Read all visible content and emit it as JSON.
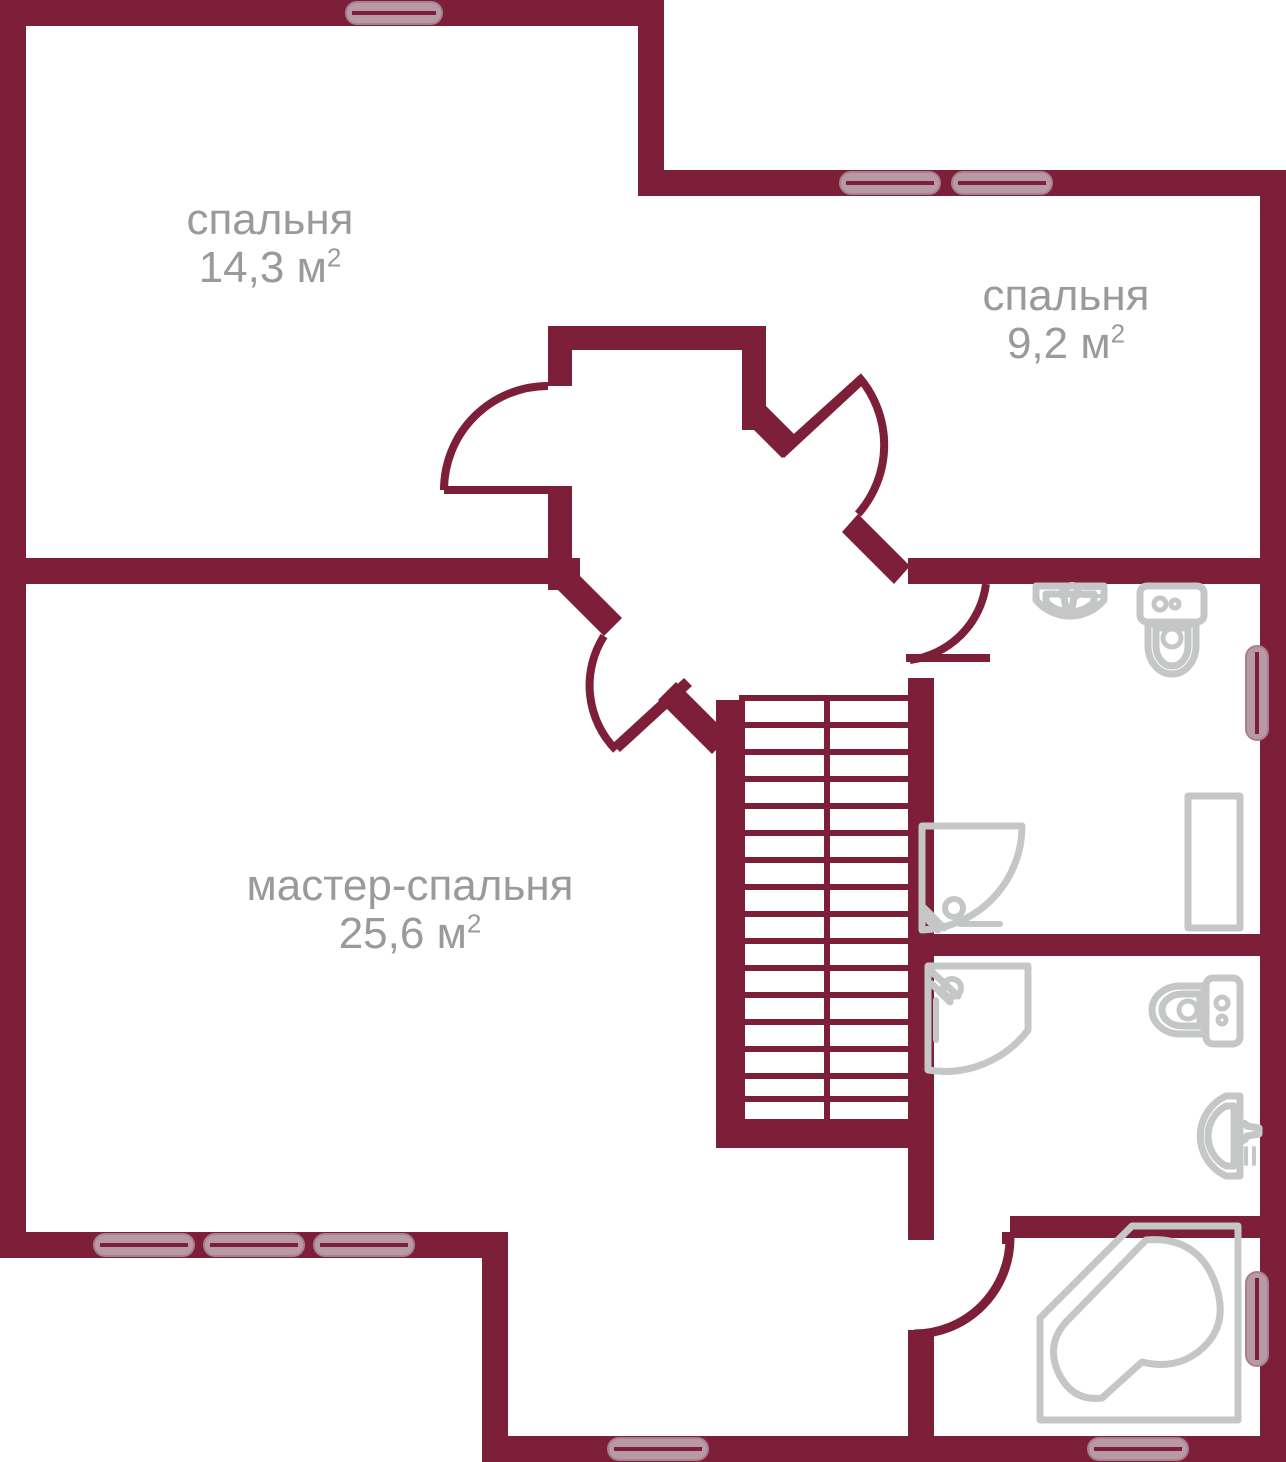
{
  "plan": {
    "type": "floor-plan",
    "level": "second-floor",
    "colors": {
      "wall": "#7d1f38",
      "window_fill": "#b79aa5",
      "window_stroke": "#a8808f",
      "fixture": "#c5c7c7",
      "label_text": "#9a9a9a",
      "background": "#ffffff"
    },
    "units": "м²"
  },
  "rooms": [
    {
      "id": "bedroom-1",
      "name": "спальня",
      "area_text": "14,3 м",
      "area_value": 14.3,
      "superscript": "2"
    },
    {
      "id": "bedroom-2",
      "name": "спальня",
      "area_text": "9,2 м",
      "area_value": 9.2,
      "superscript": "2"
    },
    {
      "id": "master-bedroom",
      "name": "мастер-спальня",
      "area_text": "25,6 м",
      "area_value": 25.6,
      "superscript": "2"
    }
  ],
  "fixtures": [
    {
      "id": "sink-upper",
      "type": "washbasin"
    },
    {
      "id": "toilet-upper",
      "type": "toilet"
    },
    {
      "id": "shower-upper",
      "type": "corner-shower"
    },
    {
      "id": "cabinet-tall",
      "type": "tall-cabinet"
    },
    {
      "id": "shower-lower",
      "type": "corner-shower"
    },
    {
      "id": "toilet-lower",
      "type": "toilet"
    },
    {
      "id": "sink-lower",
      "type": "washbasin"
    },
    {
      "id": "bathtub",
      "type": "corner-bathtub"
    }
  ],
  "stairs": {
    "id": "staircase",
    "steps": 16,
    "columns": 2
  },
  "doors": [
    {
      "id": "door-hall-bedroom1"
    },
    {
      "id": "door-hall-bedroom2"
    },
    {
      "id": "door-hall-bathroom"
    },
    {
      "id": "door-hall-master"
    },
    {
      "id": "door-bathroom-lower"
    }
  ],
  "windows": [
    {
      "id": "window-top-left",
      "panes": 1,
      "orientation": "horizontal"
    },
    {
      "id": "window-top-right",
      "panes": 2,
      "orientation": "horizontal"
    },
    {
      "id": "window-right-upper",
      "panes": 1,
      "orientation": "vertical"
    },
    {
      "id": "window-right-lower",
      "panes": 1,
      "orientation": "vertical"
    },
    {
      "id": "window-bottom-left",
      "panes": 3,
      "orientation": "horizontal"
    },
    {
      "id": "window-bottom-mid",
      "panes": 1,
      "orientation": "horizontal"
    },
    {
      "id": "window-bottom-right",
      "panes": 1,
      "orientation": "horizontal"
    }
  ]
}
